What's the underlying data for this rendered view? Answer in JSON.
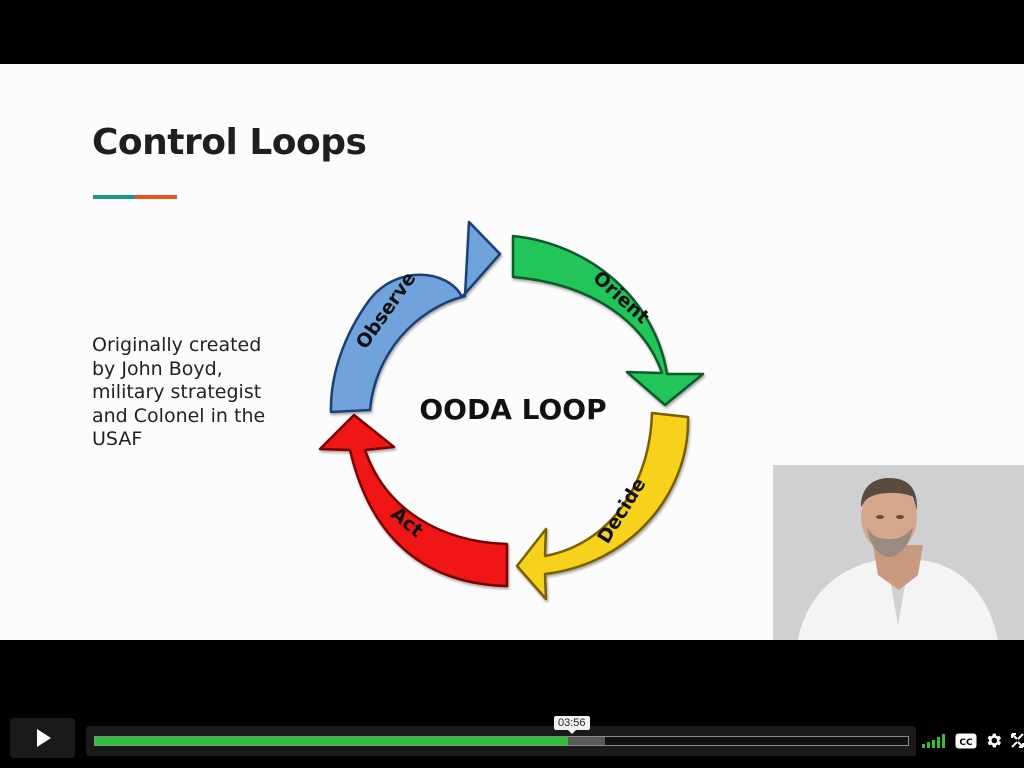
{
  "slide": {
    "title": "Control Loops",
    "body": "Originally created by John Boyd, military strategist and Colonel in the USAF",
    "accent_colors": [
      "#1a9a86",
      "#e8541c"
    ]
  },
  "diagram": {
    "center_label": "OODA LOOP",
    "stages": [
      {
        "label": "Observe",
        "color": "#6fa3dc"
      },
      {
        "label": "Orient",
        "color": "#22c55a"
      },
      {
        "label": "Decide",
        "color": "#f7d21a"
      },
      {
        "label": "Act",
        "color": "#f01414"
      }
    ]
  },
  "player": {
    "time_tooltip": "03:56",
    "progress": 0.582,
    "buffered": 0.627,
    "progress_color": "#2fc23a",
    "icons": [
      "play-icon",
      "volume-icon",
      "cc-icon",
      "settings-icon",
      "fullscreen-icon"
    ]
  }
}
